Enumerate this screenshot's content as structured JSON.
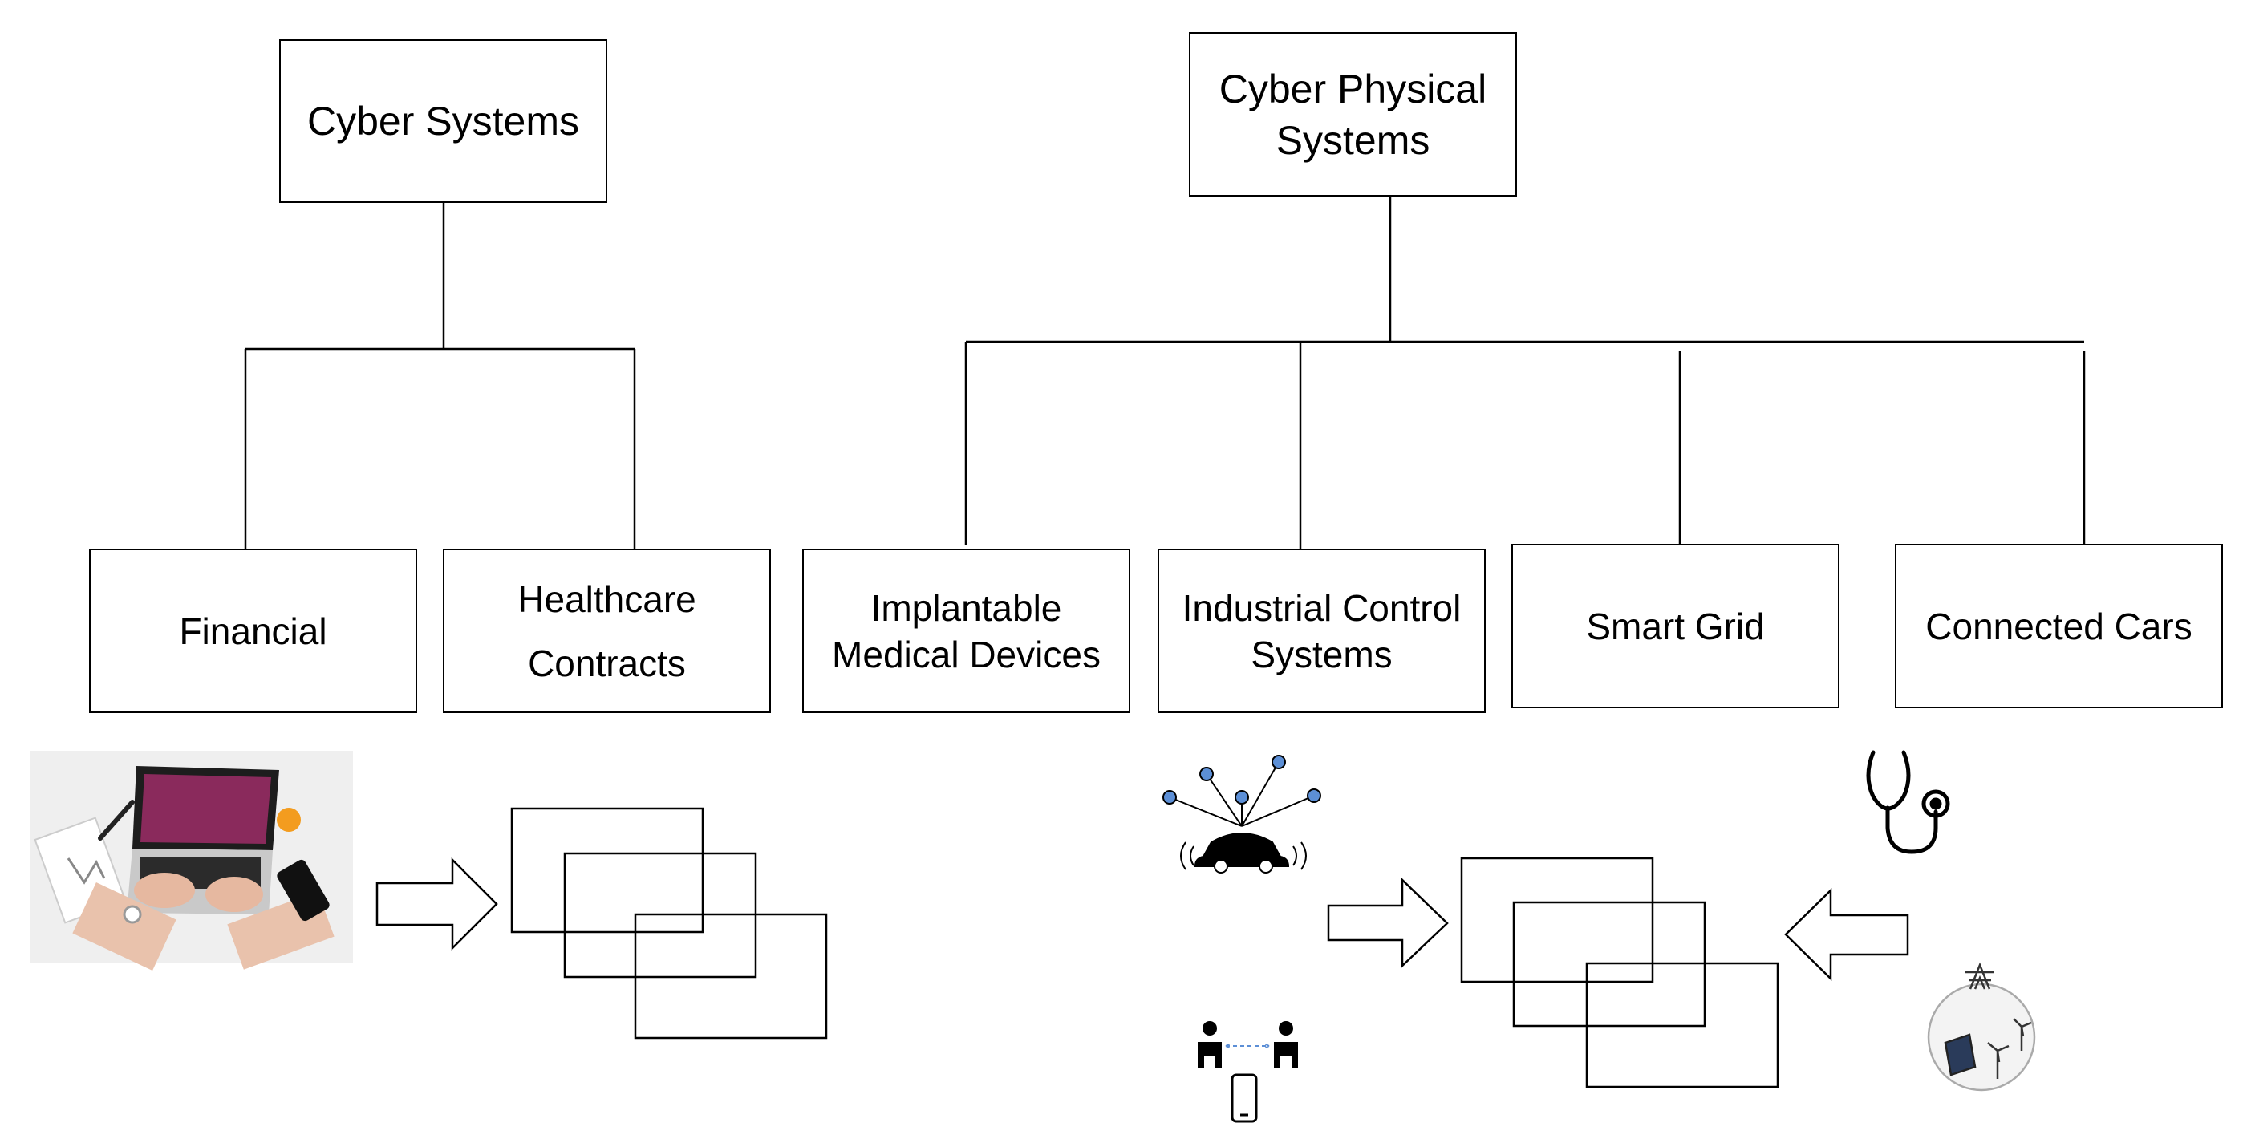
{
  "diagram": {
    "cyber_systems": {
      "title": "Cyber Systems",
      "children": [
        "Financial",
        "Healthcare\nContracts"
      ]
    },
    "cyber_physical_systems": {
      "title": "Cyber Physical\nSystems",
      "children": [
        "Implantable\nMedical Devices",
        "Industrial Control\nSystems",
        "Smart Grid",
        "Connected Cars"
      ]
    }
  },
  "colors": {
    "line": "#000000",
    "laptop_screen": "#8a2a5c",
    "desk": "#efefef",
    "iot_blue": "#5c8fd6"
  },
  "icons": [
    "laptop-photo",
    "car-iot-icon",
    "users-phone-icon",
    "stethoscope-icon",
    "power-grid-icon"
  ]
}
